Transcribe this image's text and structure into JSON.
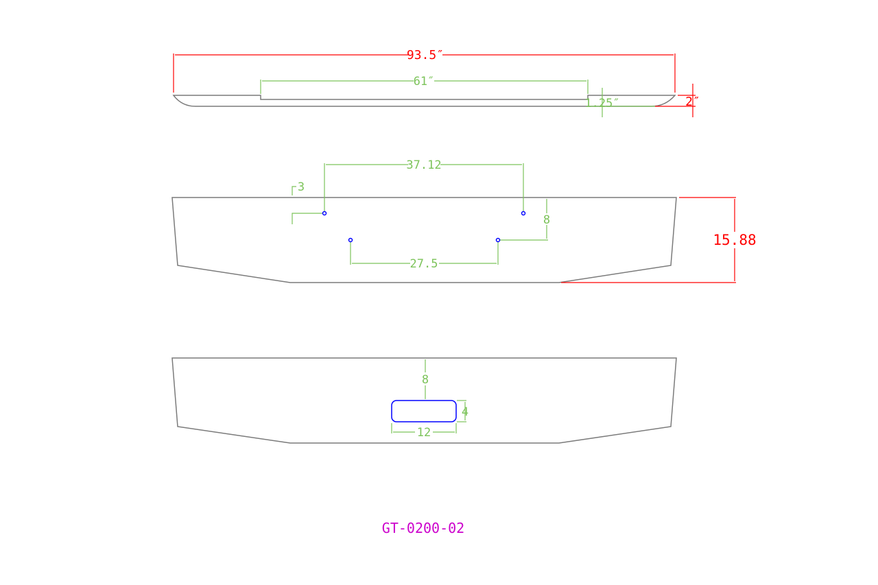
{
  "drawing_number": "GT-0200-02",
  "top_view": {
    "overall_length": "93.5″",
    "recess_length": "61″",
    "recess_depth": "1.25″",
    "thickness": "2″"
  },
  "front_view": {
    "hole_spacing_upper": "37.12",
    "hole_offset_top": "3",
    "hole_spacing_lower": "27.5",
    "lower_hole_depth": "8",
    "height": "15.88"
  },
  "rear_view": {
    "slot_from_top": "8",
    "slot_height": "4",
    "slot_width": "12"
  },
  "colors": {
    "outline": "#7a7a7a",
    "major_dim": "#ff0000",
    "minor_dim": "#7cc35a",
    "holes": "#0000ff",
    "title": "#cc00cc"
  }
}
